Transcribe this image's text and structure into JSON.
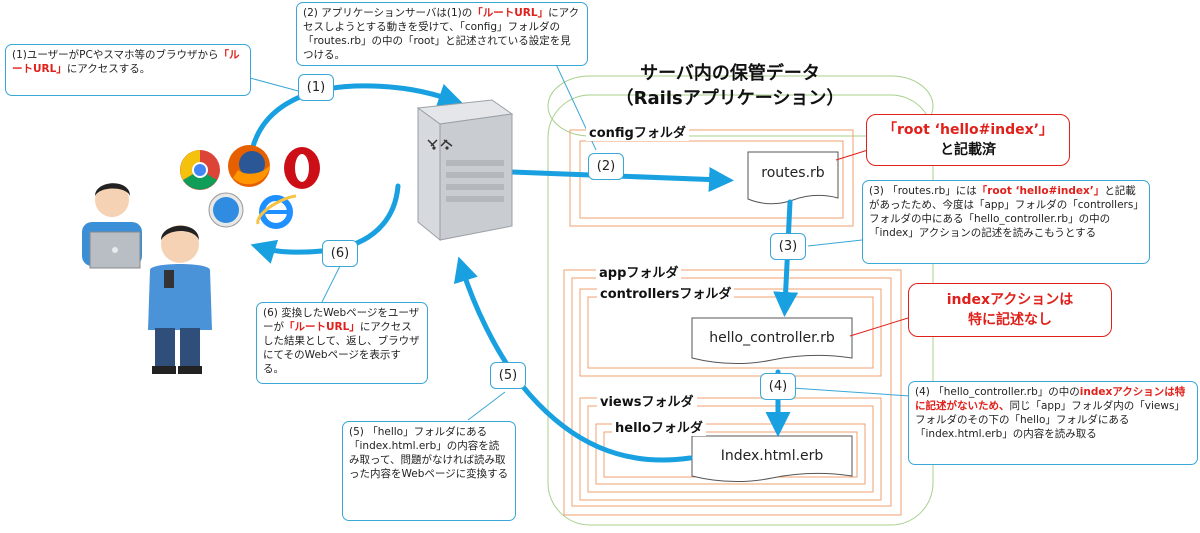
{
  "title": {
    "line1": "サーバ内の保管データ",
    "line2": "（Railsアプリケーション）"
  },
  "folders": {
    "config": "configフォルダ",
    "app": "appフォルダ",
    "controllers": "controllersフォルダ",
    "views": "viewsフォルダ",
    "hello": "helloフォルダ"
  },
  "files": {
    "routes": "routes.rb",
    "controller": "hello_controller.rb",
    "view": "Index.html.erb"
  },
  "steps": [
    "(1)",
    "(2)",
    "(3)",
    "(4)",
    "(5)",
    "(6)"
  ],
  "callouts": {
    "routes_line1": "「root ‘hello#index’」",
    "routes_line2": "と記載済",
    "controller_line1": "indexアクションは",
    "controller_line2": "特に記述なし"
  },
  "notes": {
    "n1": {
      "a": "(1)ユーザーがPCやスマホ等のブラウザから",
      "hl": "「ルートURL」",
      "b": "にアクセスする。"
    },
    "n2": {
      "a": "(2) アプリケーションサーバは(1)の",
      "hl": "「ルートURL」",
      "b": "にアクセスしようとする動きを受けて、「config」フォルダの「routes.rb」の中の「root」と記述されている設定を見つける。"
    },
    "n3": {
      "a": "(3) 「routes.rb」には",
      "hl": "「root ‘hello#index’」",
      "b": "と記載があったため、今度は「app」フォルダの「controllers」フォルダの中にある「hello_controller.rb」の中の「index」アクションの記述を読みこもうとする"
    },
    "n4": {
      "a": "(4) 「hello_controller.rb」の中の",
      "hl": "indexアクションは特に記述がないため、",
      "b": "同じ「app」フォルダ内の「views」フォルダのその下の「hello」フォルダにある「index.html.erb」の内容を読み取る"
    },
    "n5": {
      "text": "(5) 「hello」フォルダにある「index.html.erb」の内容を読み取って、問題がなければ読み取った内容をWebページに変換する"
    },
    "n6": {
      "a": "(6) 変換したWebページをユーザーが",
      "hl": "「ルートURL」",
      "b": "にアクセスした結果として、返し、ブラウザにてそのWebページを表示する。"
    }
  },
  "colors": {
    "flow": "#18a0e0",
    "note_border": "#3aa7d6",
    "highlight": "#e0201a",
    "folder": "#f0a070",
    "outer": "#a8d08d"
  },
  "icons": [
    "browser-chrome-icon",
    "browser-firefox-icon",
    "browser-opera-icon",
    "browser-safari-icon",
    "browser-ie-icon",
    "server-icon",
    "pc-user-icon",
    "phone-user-icon"
  ]
}
